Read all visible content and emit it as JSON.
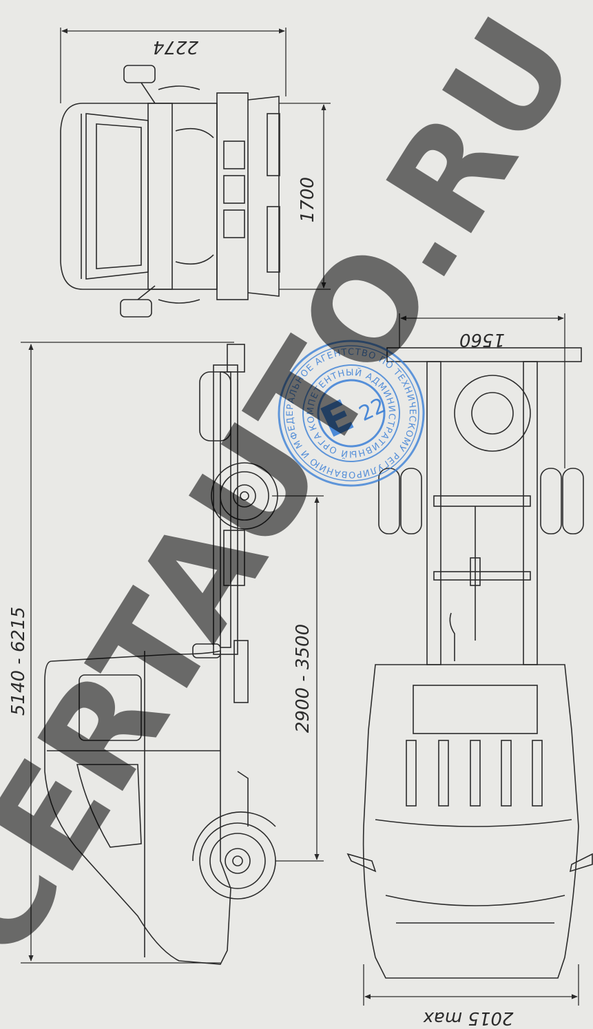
{
  "dimensions": {
    "width_total": "2274",
    "track_front": "1700",
    "track_rear": "1560",
    "length": "5140 - 6215",
    "wheelbase": "2900 - 3500",
    "width_max": "2015 max"
  },
  "stamp": {
    "ring_text_outer": "ФЕДЕРАЛЬНОЕ АГЕНТСТВО ПО ТЕХНИЧЕСКОМУ РЕГУЛИРОВАНИЮ И МЕТРОЛОГИИ",
    "ring_text_inner": "КОМПЕТЕНТНЫЙ АДМИНИСТРАТИВНЫЙ ОРГАН",
    "mark": "E",
    "number": "22"
  },
  "watermark": "CERTAUTO.RU",
  "colors": {
    "paper": "#e9e9e6",
    "ink": "#2b2b2b",
    "stamp": "#3b7fd6",
    "watermark": "#000000"
  }
}
